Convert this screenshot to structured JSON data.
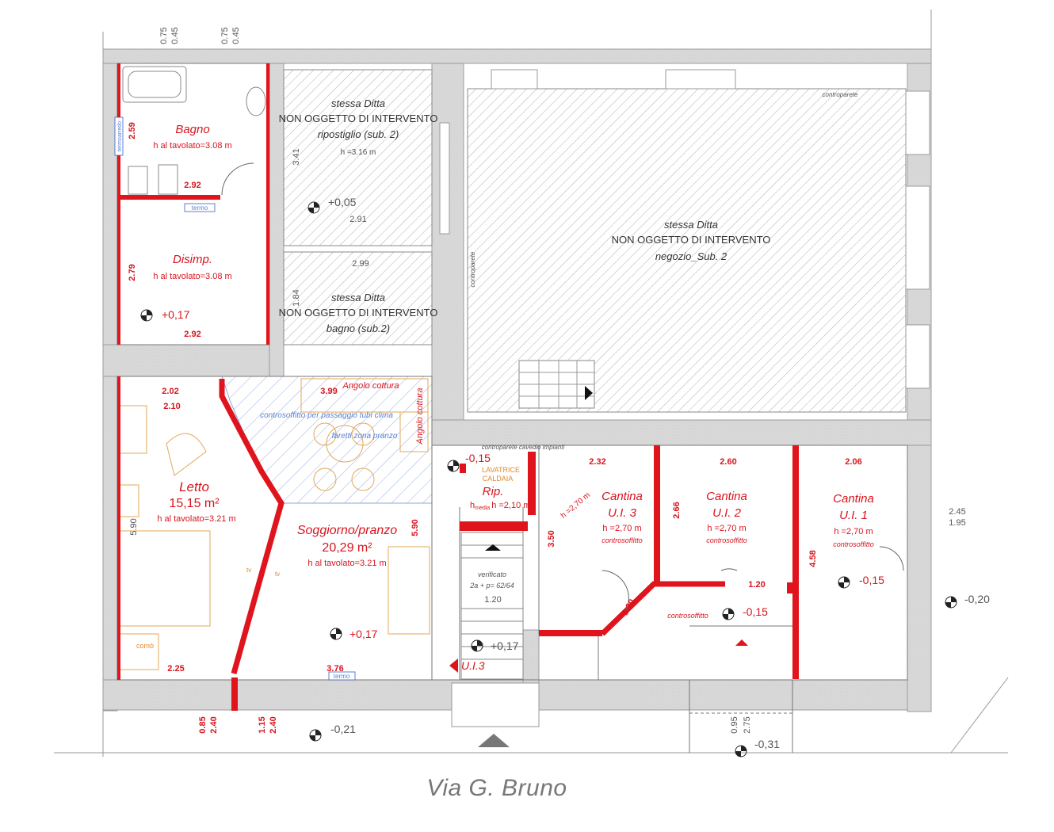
{
  "street": "Via G. Bruno",
  "rooms": {
    "bagno": {
      "name": "Bagno",
      "height": "h al tavolato=3.08 m"
    },
    "disimp": {
      "name": "Disimp.",
      "height": "h al tavolato=3.08 m"
    },
    "letto": {
      "name": "Letto",
      "area": "15,15 m²",
      "height": "h al tavolato=3.21 m"
    },
    "soggiorno": {
      "name": "Soggiorno/pranzo",
      "area": "20,29 m²",
      "height": "h al tavolato=3.21 m"
    },
    "rip": {
      "name": "Rip.",
      "height": "h =2,10 m",
      "height_sub": "media",
      "h_prefix": "h"
    },
    "cantina3": {
      "name": "Cantina",
      "unit": "U.I. 3",
      "height": "h =2,70 m",
      "note": "controsoffitto"
    },
    "cantina2": {
      "name": "Cantina",
      "unit": "U.I. 2",
      "height": "h =2,70 m",
      "note": "controsoffitto"
    },
    "cantina1": {
      "name": "Cantina",
      "unit": "U.I. 1",
      "height": "h =2,70 m",
      "note": "controsoffitto"
    }
  },
  "excluded": {
    "ripostiglio": [
      "stessa Ditta",
      "NON OGGETTO DI INTERVENTO",
      "ripostiglio (sub. 2)"
    ],
    "bagno_sub": [
      "stessa Ditta",
      "NON OGGETTO DI INTERVENTO",
      "bagno (sub.2)"
    ],
    "negozio": [
      "stessa Ditta",
      "NON OGGETTO DI INTERVENTO",
      "negozio_Sub. 2"
    ],
    "rip_height": "h =3.16 m"
  },
  "notes": {
    "angolo_cottura_1": "Angolo cottura",
    "angolo_cottura_2": "Angolo cottura",
    "controsoffitto_clima": "controsoffitto per passaggio tubi clima",
    "faretti": "faretti zona pranzo",
    "controparete_top": "controparete",
    "controparete_side": "controparete",
    "controparete_cavedio": "controparete cavedio impianti",
    "lavatrice": "LAVATRICE",
    "caldaia": "CALDAIA",
    "verificato": "verificato",
    "formula": "2a + p= 62/64",
    "controsoffitto_corr": "controsoffitto",
    "ui3": "U.I.3",
    "como": "comò",
    "termo": "termo",
    "termoarredo": "termoarredo",
    "tv": "tv"
  },
  "levels": {
    "disimp": "+0,17",
    "soggiorno": "+0,17",
    "stair": "+0,17",
    "rip": "-0,15",
    "corridor": "-0,15",
    "cantina1": "-0,15",
    "right": "-0,20",
    "street_left": "-0,21",
    "street_right": "-0,31",
    "rip_excl": "+0,05"
  },
  "dims": {
    "d259": "2.59",
    "d292a": "2.92",
    "d279": "2.79",
    "d292b": "2.92",
    "d202": "2.02",
    "d210": "2.10",
    "d399": "3.99",
    "d590a": "5.90",
    "d590b": "5.90",
    "d225": "2.25",
    "d376": "3.76",
    "d232": "2.32",
    "d260": "2.60",
    "d206": "2.06",
    "d350": "3.50",
    "d266": "2.66",
    "d458": "4.58",
    "d120a": "1.20",
    "d120b": "1.20",
    "d120c": "1.20",
    "d270": "h =2,70 m",
    "d341": "3.41",
    "d291": "2.91",
    "d299": "2.99",
    "d184": "1.84",
    "t075a": "0.75",
    "t045a": "0.45",
    "t075b": "0.75",
    "t045b": "0.45",
    "b085": "0.85",
    "b240a": "2.40",
    "b115": "1.15",
    "b240b": "2.40",
    "b095": "0.95",
    "b275": "2.75",
    "r245": "2.45",
    "r195": "1.95"
  }
}
